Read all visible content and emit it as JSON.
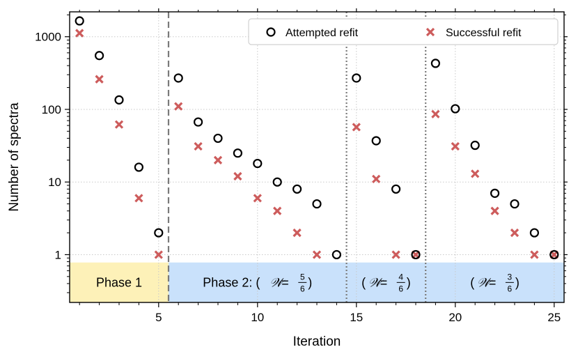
{
  "chart_data": {
    "type": "scatter",
    "xlabel": "Iteration",
    "ylabel": "Number of spectra",
    "yscale": "log",
    "xlim": [
      0.5,
      25.5
    ],
    "ylim": [
      0.22,
      2200
    ],
    "xticks": [
      5,
      10,
      15,
      20,
      25
    ],
    "xtick_labels": [
      "5",
      "10",
      "15",
      "20",
      "25"
    ],
    "yticks": [
      1,
      10,
      100,
      1000
    ],
    "ytick_labels": [
      "1",
      "10",
      "100",
      "1000"
    ],
    "grid": true,
    "legend_position": "top-right",
    "series": [
      {
        "name": "Attempted refit",
        "marker": "open-circle",
        "color": "#000000",
        "x": [
          1,
          2,
          3,
          4,
          5,
          6,
          7,
          8,
          9,
          10,
          11,
          12,
          13,
          14,
          15,
          16,
          17,
          18,
          19,
          20,
          21,
          22,
          23,
          24,
          25
        ],
        "y": [
          1650,
          550,
          135,
          16,
          2,
          270,
          67,
          40,
          25,
          18,
          10,
          8,
          5,
          1,
          270,
          37,
          8,
          1,
          430,
          102,
          32,
          7,
          5,
          2,
          1
        ]
      },
      {
        "name": "Successful refit",
        "marker": "x",
        "color": "#cd5c5c",
        "x": [
          1,
          2,
          3,
          4,
          5,
          6,
          7,
          8,
          9,
          10,
          11,
          12,
          13,
          15,
          16,
          17,
          18,
          19,
          20,
          21,
          22,
          23,
          24,
          25
        ],
        "y": [
          1120,
          260,
          62,
          6,
          1,
          110,
          31,
          20,
          12,
          6,
          4,
          2,
          1,
          57,
          11,
          1,
          1,
          86,
          31,
          13,
          4,
          2,
          1,
          1
        ]
      }
    ],
    "phases": [
      {
        "label": "Phase 1",
        "x_start": 0.5,
        "x_end": 5.5,
        "fill": "#fdf1b8"
      },
      {
        "label": "Phase 2: (",
        "w_symbol": "𝒲",
        "eq": " = ",
        "num": "5",
        "den": "6",
        "close": ")",
        "x_start": 5.5,
        "x_end": 14.5,
        "fill": "#c9e1fb"
      },
      {
        "label": "(",
        "w_symbol": "𝒲",
        "eq": " = ",
        "num": "4",
        "den": "6",
        "close": ")",
        "x_start": 14.5,
        "x_end": 18.5,
        "fill": "#c9e1fb"
      },
      {
        "label": "(",
        "w_symbol": "𝒲",
        "eq": " = ",
        "num": "3",
        "den": "6",
        "close": ")",
        "x_start": 18.5,
        "x_end": 25.5,
        "fill": "#c9e1fb"
      }
    ],
    "phase_band_top_y": 0.78,
    "dividers": [
      {
        "x": 5.5,
        "style": "dashed"
      },
      {
        "x": 14.5,
        "style": "dotted"
      },
      {
        "x": 18.5,
        "style": "dotted"
      }
    ]
  }
}
